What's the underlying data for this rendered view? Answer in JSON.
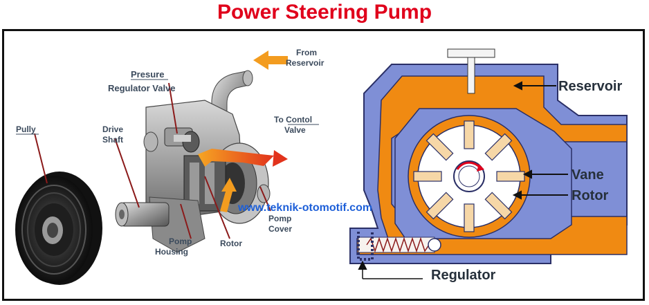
{
  "title": "Power Steering Pump",
  "labels": {
    "pully": "Pully",
    "drive_shaft_1": "Drive",
    "drive_shaft_2": "Shaft",
    "presure_1": "Presure",
    "presure_2": "Regulator  Valve",
    "from_reservoir_1": "From",
    "from_reservoir_2": "Reservoir",
    "to_control_1": "To Contol",
    "to_control_2": "Valve",
    "pomp_housing_1": "Pomp",
    "pomp_housing_2": "Housing",
    "rotor_left": "Rotor",
    "pomp_cover_1": "Pomp",
    "pomp_cover_2": "Cover",
    "reservoir": "Reservoir",
    "vane": "Vane",
    "rotor_right": "Rotor",
    "regulator": "Regulator"
  },
  "watermark": "www.teknik-otomotif.com",
  "colors": {
    "title": "#e0001b",
    "housing_blue": "#7f8fd6",
    "oil_orange": "#f08a12",
    "arrow_orange": "#f39c1f",
    "arrow_red": "#e03a1e",
    "watermark": "#1d5fd8"
  }
}
